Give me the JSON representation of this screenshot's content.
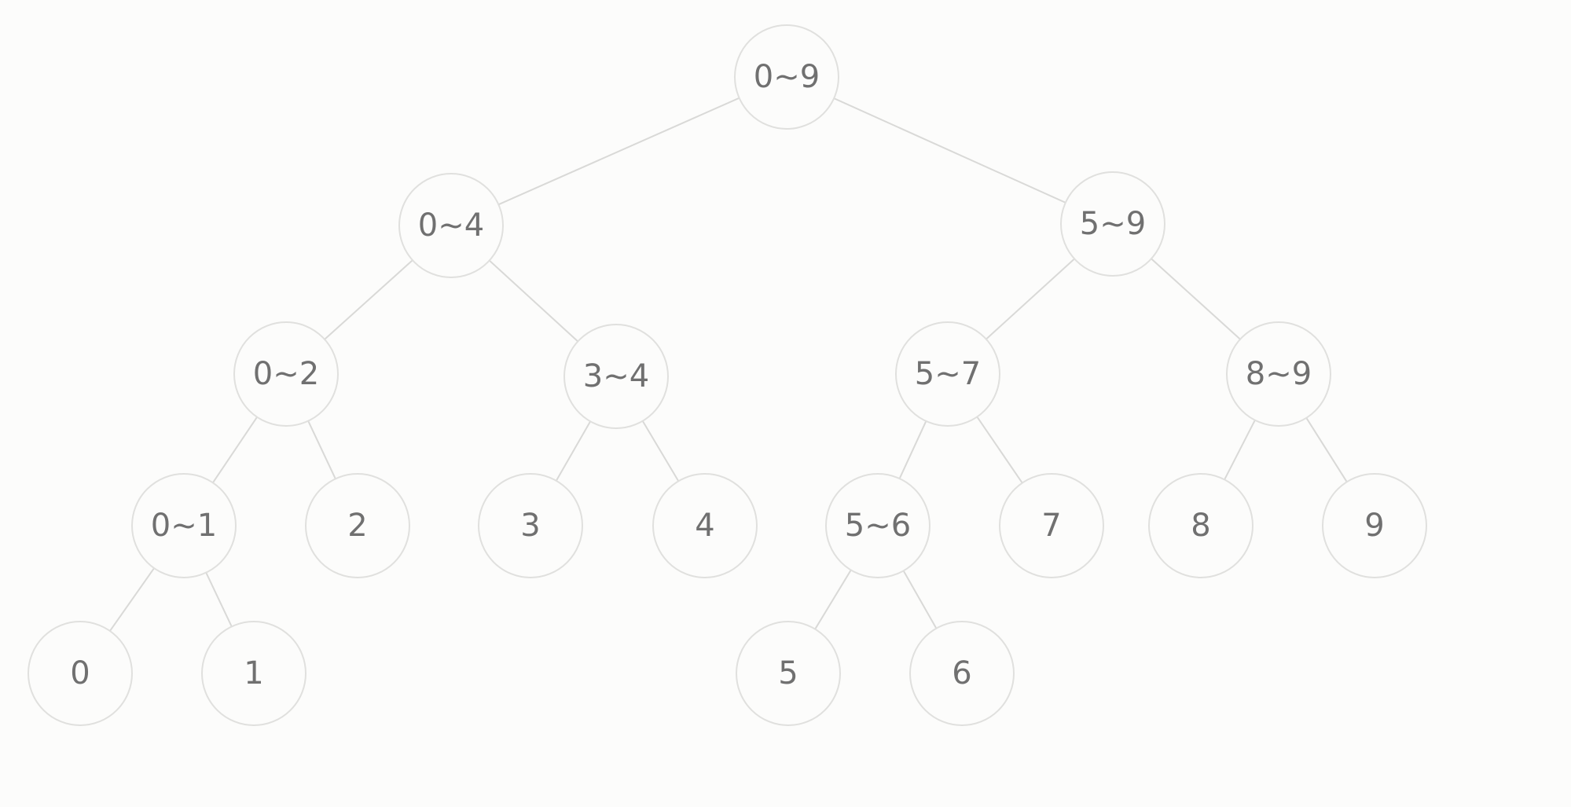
{
  "colors": {
    "background": "#fcfcfb",
    "edge": "#d9d9d7",
    "node_border": "#e0e0de",
    "label": "#707070"
  },
  "tree": {
    "nodes": [
      {
        "id": "n0-9",
        "label": "0~9"
      },
      {
        "id": "n0-4",
        "label": "0~4"
      },
      {
        "id": "n5-9",
        "label": "5~9"
      },
      {
        "id": "n0-2",
        "label": "0~2"
      },
      {
        "id": "n3-4",
        "label": "3~4"
      },
      {
        "id": "n5-7",
        "label": "5~7"
      },
      {
        "id": "n8-9",
        "label": "8~9"
      },
      {
        "id": "n0-1",
        "label": "0~1"
      },
      {
        "id": "n2",
        "label": "2"
      },
      {
        "id": "n3",
        "label": "3"
      },
      {
        "id": "n4",
        "label": "4"
      },
      {
        "id": "n5-6",
        "label": "5~6"
      },
      {
        "id": "n7",
        "label": "7"
      },
      {
        "id": "n8",
        "label": "8"
      },
      {
        "id": "n9",
        "label": "9"
      },
      {
        "id": "n0",
        "label": "0"
      },
      {
        "id": "n1",
        "label": "1"
      },
      {
        "id": "n5",
        "label": "5"
      },
      {
        "id": "n6",
        "label": "6"
      }
    ],
    "edges": [
      [
        "n0-9",
        "n0-4"
      ],
      [
        "n0-9",
        "n5-9"
      ],
      [
        "n0-4",
        "n0-2"
      ],
      [
        "n0-4",
        "n3-4"
      ],
      [
        "n5-9",
        "n5-7"
      ],
      [
        "n5-9",
        "n8-9"
      ],
      [
        "n0-2",
        "n0-1"
      ],
      [
        "n0-2",
        "n2"
      ],
      [
        "n3-4",
        "n3"
      ],
      [
        "n3-4",
        "n4"
      ],
      [
        "n5-7",
        "n5-6"
      ],
      [
        "n5-7",
        "n7"
      ],
      [
        "n8-9",
        "n8"
      ],
      [
        "n8-9",
        "n9"
      ],
      [
        "n0-1",
        "n0"
      ],
      [
        "n0-1",
        "n1"
      ],
      [
        "n5-6",
        "n5"
      ],
      [
        "n5-6",
        "n6"
      ]
    ]
  }
}
